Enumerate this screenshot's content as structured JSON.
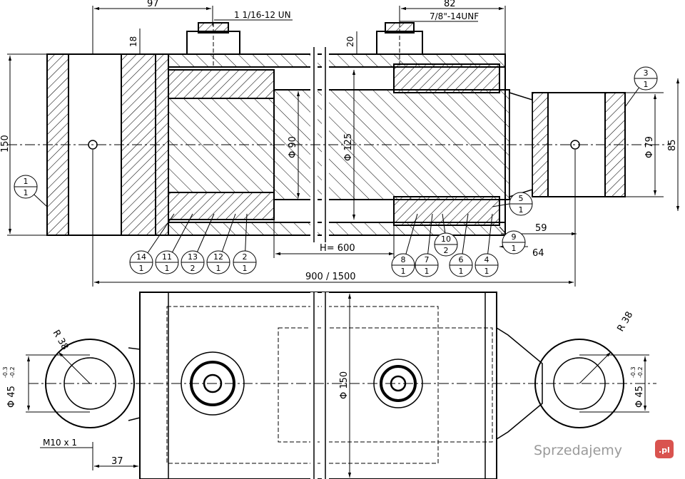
{
  "dimensions": {
    "top_width_left": "97",
    "thread_left": "1 1/16-12 UN",
    "top_width_right": "82",
    "thread_right": "7/8\"-14UNF",
    "port_height_left": "18",
    "port_height_right": "20",
    "height_left": "150",
    "rod_diameter": "Φ 90",
    "bore_diameter": "Φ 125",
    "eye_diameter": "Φ 79",
    "eye_height": "85",
    "stroke": "H= 600",
    "total_length": "900 / 1500",
    "dim_59": "59",
    "dim_64": "64",
    "radius_left": "R 38",
    "radius_right": "R 38",
    "pin_left": "Φ 45",
    "pin_right": "Φ 45",
    "tol_upper": "-0.3",
    "tol_lower": "-0.2",
    "tube_diameter": "Φ 150",
    "grease_thread": "M10 x 1",
    "dim_37": "37"
  },
  "balloons": [
    {
      "top": "1",
      "bottom": "1"
    },
    {
      "top": "3",
      "bottom": "1"
    },
    {
      "top": "5",
      "bottom": "1"
    },
    {
      "top": "9",
      "bottom": "1"
    },
    {
      "top": "10",
      "bottom": "2"
    },
    {
      "top": "14",
      "bottom": "1"
    },
    {
      "top": "11",
      "bottom": "1"
    },
    {
      "top": "13",
      "bottom": "2"
    },
    {
      "top": "12",
      "bottom": "1"
    },
    {
      "top": "2",
      "bottom": "1"
    },
    {
      "top": "8",
      "bottom": "1"
    },
    {
      "top": "7",
      "bottom": "1"
    },
    {
      "top": "6",
      "bottom": "1"
    },
    {
      "top": "4",
      "bottom": "1"
    }
  ],
  "watermark": {
    "text": "Sprzedajemy",
    "badge": ".pl"
  }
}
